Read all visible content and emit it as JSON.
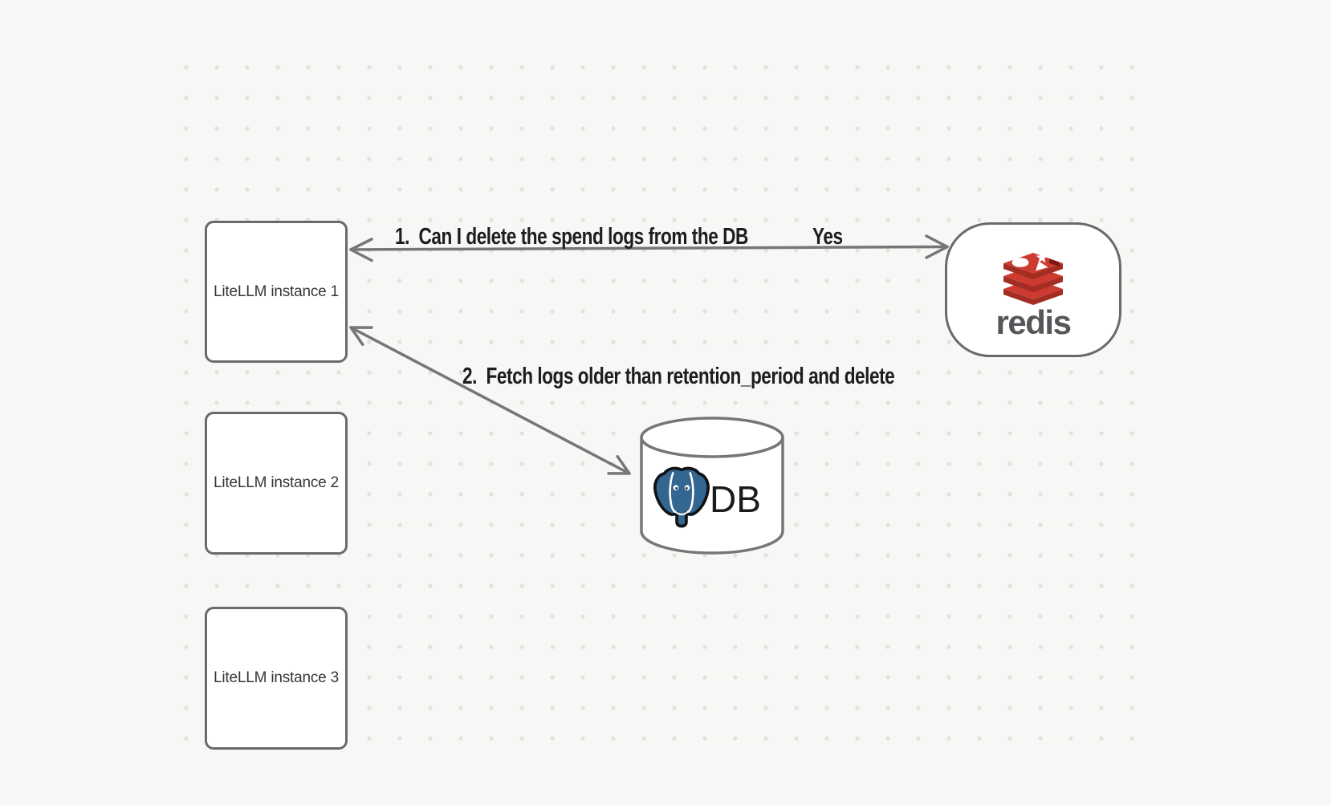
{
  "diagram": {
    "background_color": "#f8f7f5",
    "dot_color": "#e4e2df",
    "shape_border_color": "#6a6a6a",
    "arrow_color": "#767676",
    "label_color": "#1d1d1d"
  },
  "nodes": {
    "instance1": {
      "label": "LiteLLM instance 1"
    },
    "instance2": {
      "label": "LiteLLM instance 2"
    },
    "instance3": {
      "label": "LiteLLM instance 3"
    },
    "redis": {
      "wordmark": "redis",
      "icon": "redis-logo-icon",
      "brand_red": "#cd3a30"
    },
    "database": {
      "label": "DB",
      "icon": "postgresql-elephant-icon",
      "brand_blue": "#336791"
    }
  },
  "edges": {
    "query": {
      "label": "1.  Can I delete the spend logs from the DB",
      "response": "Yes",
      "from": "redis",
      "to": "instance1",
      "direction": "bidirectional"
    },
    "fetch": {
      "label": "2.  Fetch logs older than retention_period and delete",
      "from": "instance1",
      "to": "database",
      "direction": "bidirectional"
    }
  }
}
